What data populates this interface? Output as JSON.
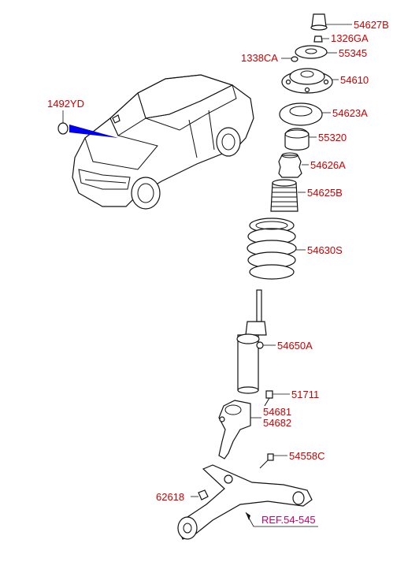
{
  "labels": {
    "p1492yd": "1492YD",
    "p54627b": "54627B",
    "p1326ga": "1326GA",
    "p1338ca": "1338CA",
    "p55345": "55345",
    "p54610": "54610",
    "p54623a": "54623A",
    "p55320": "55320",
    "p54626a": "54626A",
    "p54625b": "54625B",
    "p54630s": "54630S",
    "p54650a": "54650A",
    "p51711": "51711",
    "p54681": "54681",
    "p54682": "54682",
    "p54558c": "54558C",
    "p62618": "62618",
    "ref": "REF.54-545"
  },
  "colors": {
    "label": "#cc0000",
    "ref_label": "#cc0066",
    "highlight": "#0000ee"
  }
}
